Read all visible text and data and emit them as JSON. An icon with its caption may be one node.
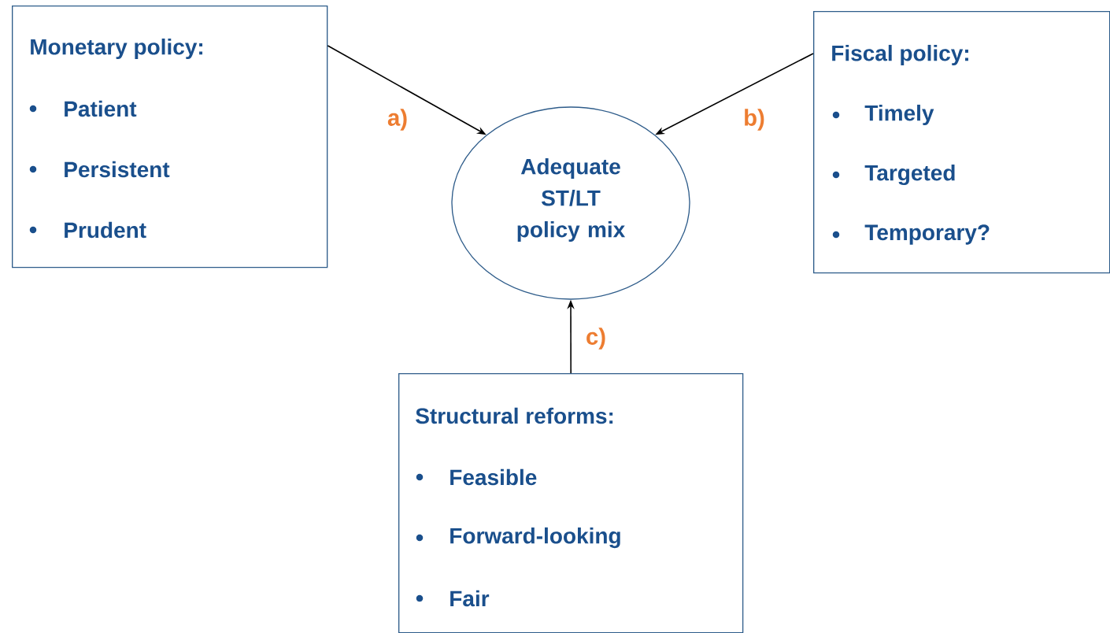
{
  "diagram": {
    "nodes": [
      {
        "text": [
          "Monetary policy:",
          "Patient",
          "Persistent",
          "Prudent"
        ]
      },
      {
        "text": [
          "Adequate ST/LT policy mix"
        ]
      },
      {
        "text": [
          "Fiscal policy:",
          "Timely",
          "Targeted",
          "Temporary?"
        ]
      },
      {
        "text": [
          "Structural reforms:",
          "Feasible",
          "Forward-looking",
          "Fair"
        ]
      }
    ],
    "edges": [
      {
        "from": 0,
        "to": 1,
        "arrow": "to",
        "label": "a)"
      },
      {
        "from": 2,
        "to": 1,
        "arrow": "to",
        "label": "b)"
      },
      {
        "from": 3,
        "to": 1,
        "arrow": "to",
        "label": "c)"
      }
    ]
  }
}
